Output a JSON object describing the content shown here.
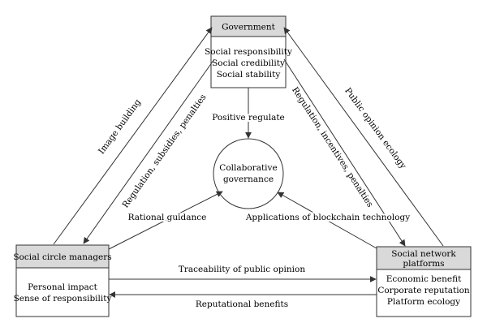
{
  "nodes": {
    "government": {
      "title": "Government",
      "lines": [
        "Social responsibility",
        "Social credibility",
        "Social stability"
      ]
    },
    "managers": {
      "title": "Social circle managers",
      "lines": [
        "Personal impact",
        "Sense of responsibility"
      ]
    },
    "platforms": {
      "title_lines": [
        "Social network",
        "platforms"
      ],
      "lines": [
        "Economic benefit",
        "Corporate reputation",
        "Platform ecology"
      ]
    },
    "center": {
      "lines": [
        "Collaborative",
        "governance"
      ]
    }
  },
  "edges": {
    "image_building": "Image building",
    "regulation_left": "Regulation, subsidies, penalties",
    "regulation_right": "Regulation, incentives, penalties",
    "public_opinion_ecology": "Public opinion ecology",
    "positive_regulate": "Positive regulate",
    "rational_guidance": "Rational guidance",
    "blockchain": "Applications of blockchain technology",
    "traceability": "Traceability of public opinion",
    "reputational_benefits": "Reputational benefits"
  },
  "colors": {
    "header_fill": "#d9d9d9",
    "line": "#333333"
  }
}
